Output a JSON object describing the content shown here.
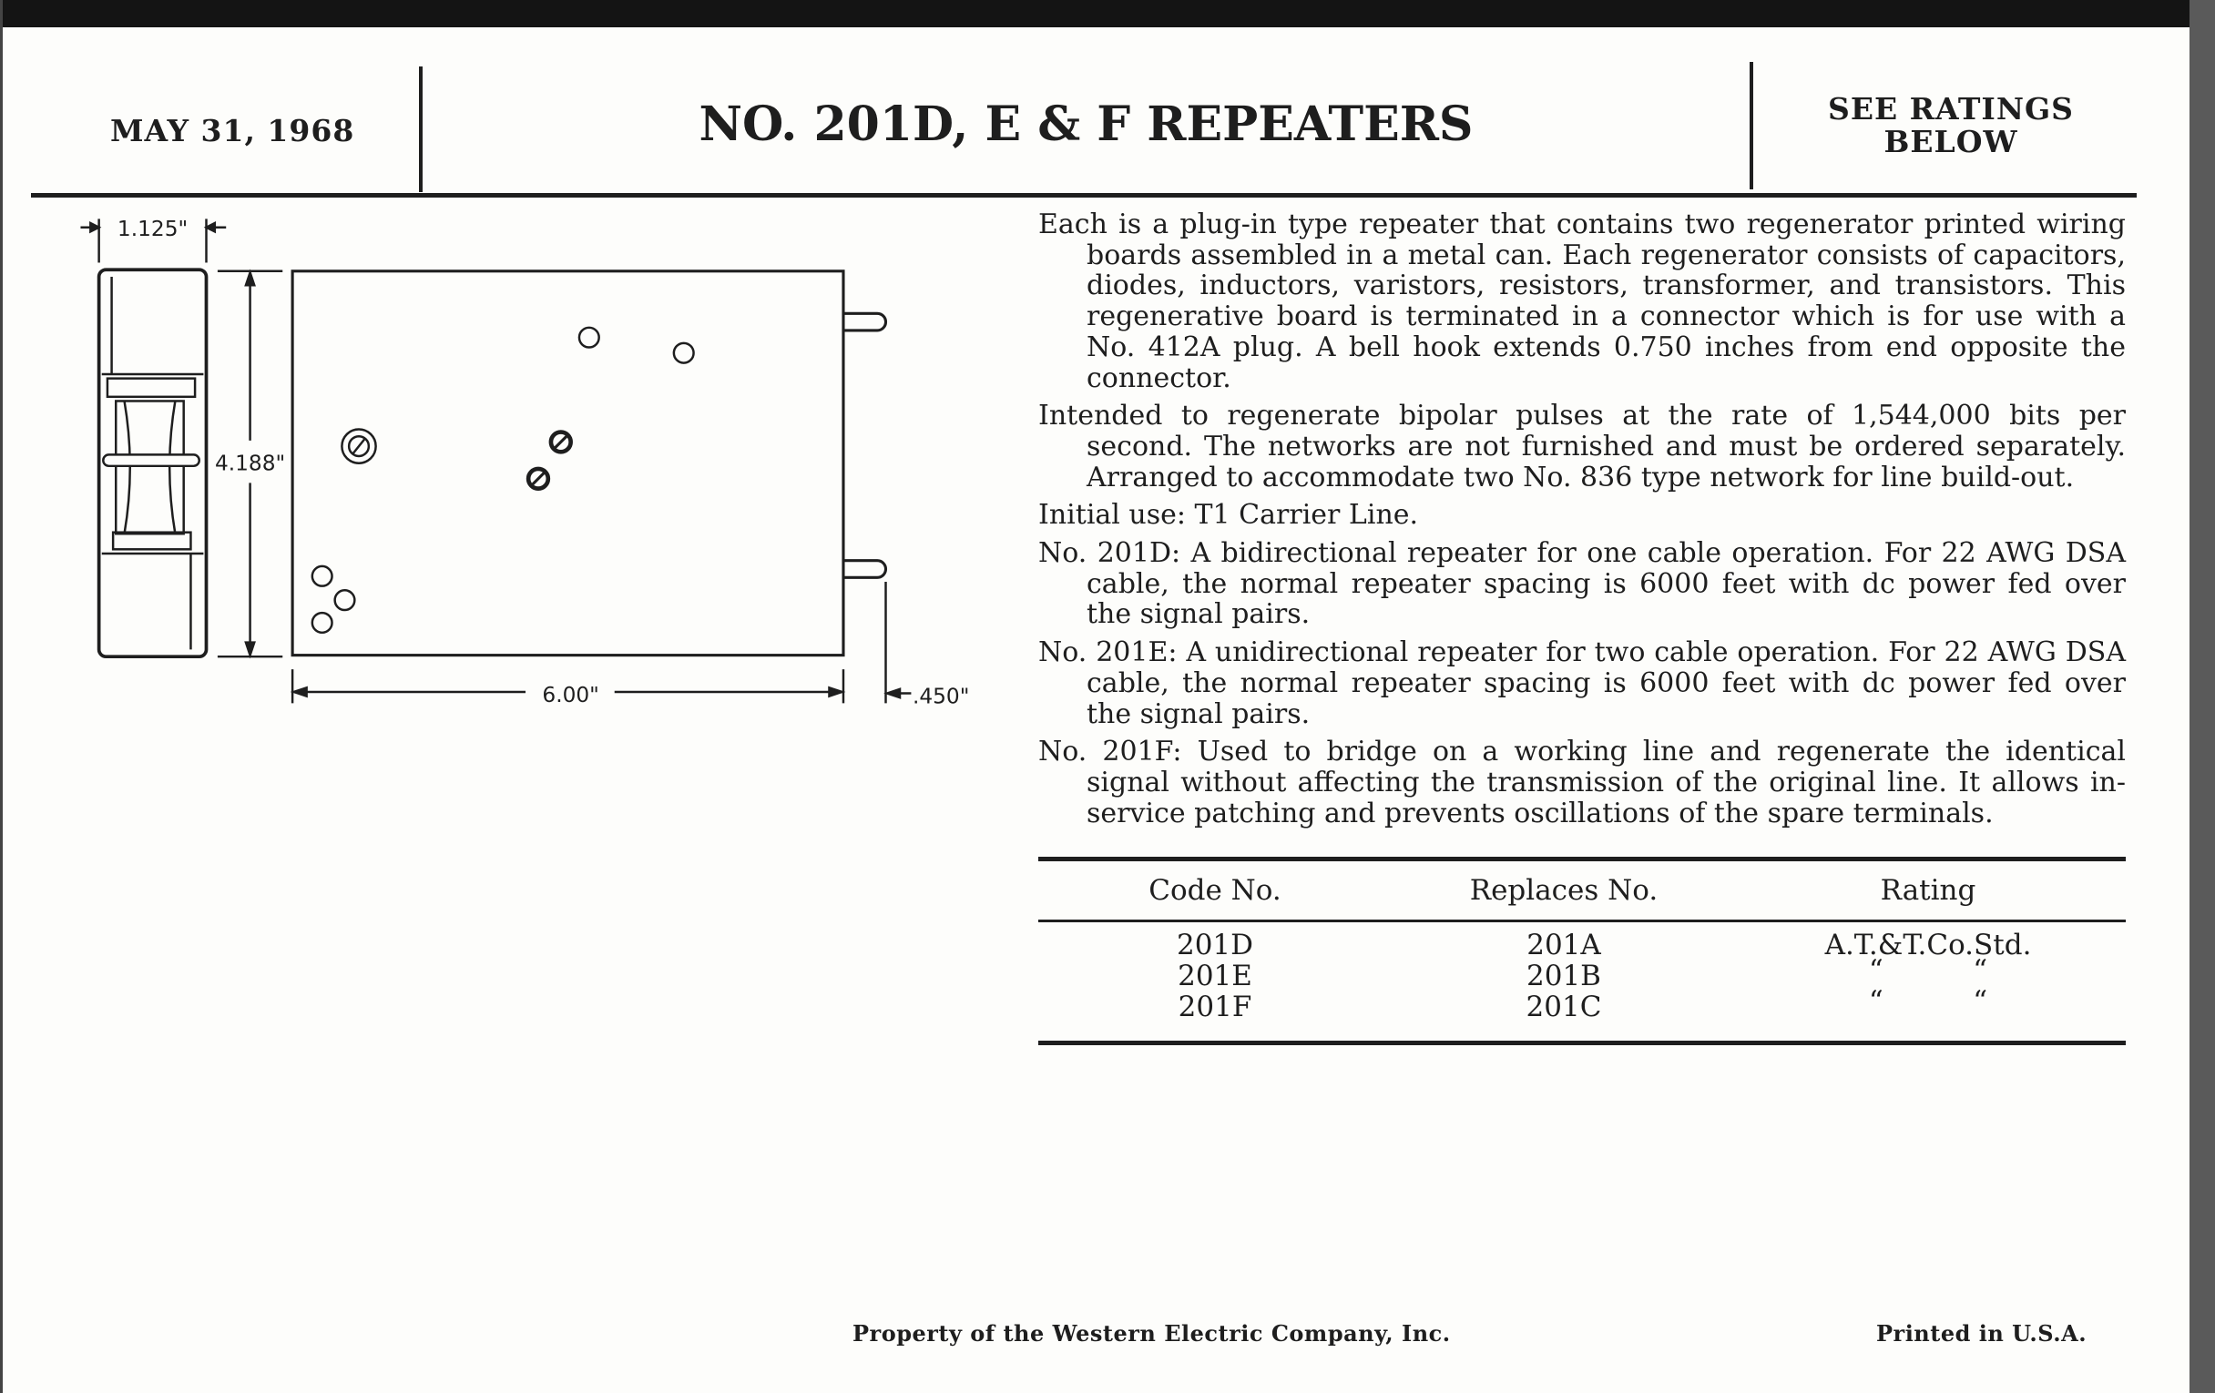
{
  "header": {
    "date": "MAY 31, 1968",
    "title": "NO. 201D, E & F REPEATERS",
    "rating_line1": "SEE RATINGS",
    "rating_line2": "BELOW"
  },
  "drawing": {
    "width_label": "1.125\"",
    "height_label": "4.188\"",
    "length_label": "6.00\"",
    "pin_label": ".450\""
  },
  "paragraphs": [
    "Each is a plug-in type repeater that contains two regenerator printed wiring boards assembled in a metal can. Each regenerator consists of capacitors, diodes, inductors, varistors, resistors, transformer, and transistors. This regenerative board is terminated in a connector which is for use with a No. 412A plug. A bell hook extends 0.750 inches from end opposite the connector.",
    "Intended to regenerate bipolar pulses at the rate of 1,544,000 bits per second. The networks are not furnished and must be ordered separately. Arranged to accommodate two No. 836 type network for line build-out.",
    "Initial use: T1 Carrier Line.",
    "No. 201D: A bidirectional repeater for one cable operation. For 22 AWG DSA cable, the normal repeater spacing is 6000 feet with dc power fed over the signal pairs.",
    "No. 201E: A unidirectional repeater for two cable operation. For 22 AWG DSA cable, the normal repeater spacing is 6000 feet with dc power fed over the signal pairs.",
    "No. 201F: Used to bridge on a working line and regenerate the identical signal without affecting the transmission of the original line. It allows in-service patching and prevents oscillations of the spare terminals."
  ],
  "table": {
    "headers": [
      "Code No.",
      "Replaces No.",
      "Rating"
    ],
    "rows": [
      [
        "201D",
        "201A",
        "A.T.&T.Co.Std."
      ],
      [
        "201E",
        "201B",
        "“          “"
      ],
      [
        "201F",
        "201C",
        "“          “"
      ]
    ]
  },
  "footer": {
    "property": "Property of the Western Electric Company, Inc.",
    "printed": "Printed in U.S.A."
  }
}
